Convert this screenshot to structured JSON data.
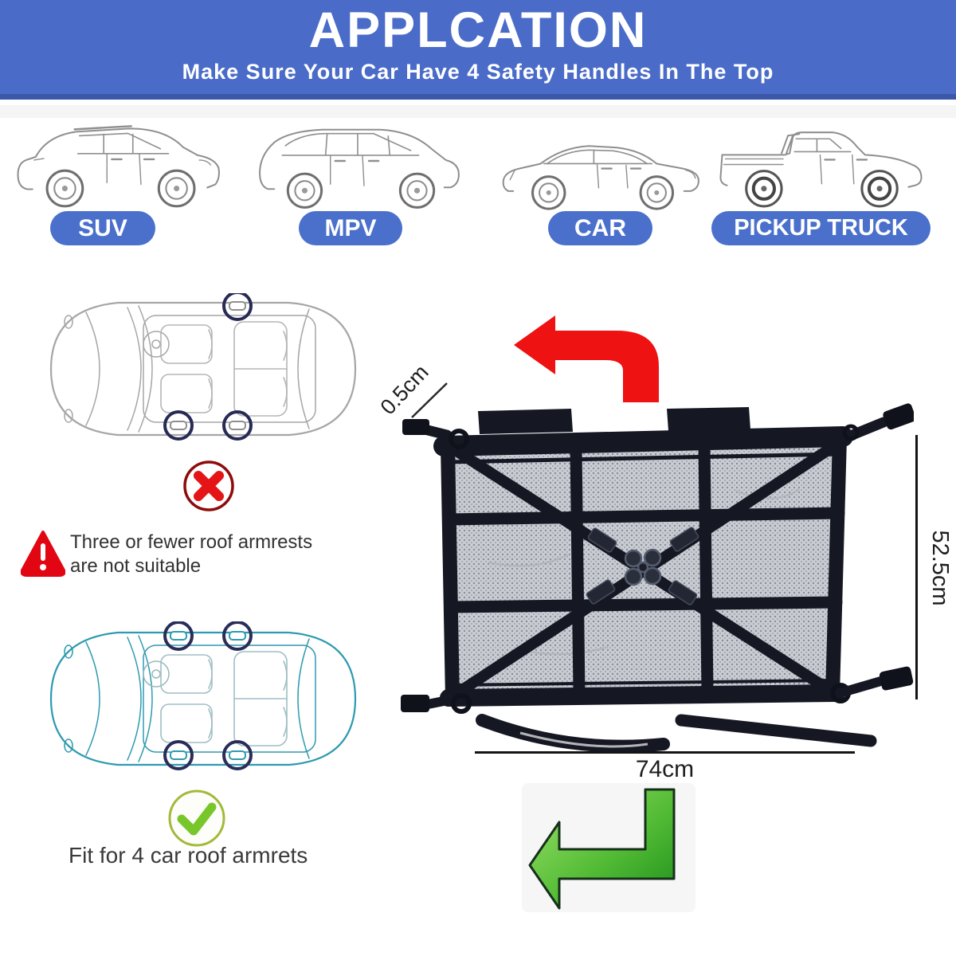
{
  "header": {
    "title": "APPLCATION",
    "subtitle": "Make Sure Your Car Have 4 Safety Handles In The Top"
  },
  "vehicle_types": [
    {
      "label": "SUV"
    },
    {
      "label": "MPV"
    },
    {
      "label": "CAR"
    },
    {
      "label": "PICKUP TRUCK"
    }
  ],
  "unsuitable": {
    "line1": "Three or fewer roof armrests",
    "line2": "are not suitable"
  },
  "suitable": {
    "text": "Fit for 4 car roof armrets"
  },
  "dimensions": {
    "strap_width": "0.5cm",
    "net_height": "52.5cm",
    "net_width": "74cm"
  },
  "colors": {
    "header_blue": "#4a6cc8",
    "pill_blue": "#4a70cc",
    "alert_red": "#e41417",
    "warning_red": "#e20613",
    "check_green": "#79c62b",
    "teal_outline": "#2f9ab0",
    "arrow_red": "#ee1212",
    "arrow_green": "#54bc36",
    "net_black": "#151823"
  }
}
